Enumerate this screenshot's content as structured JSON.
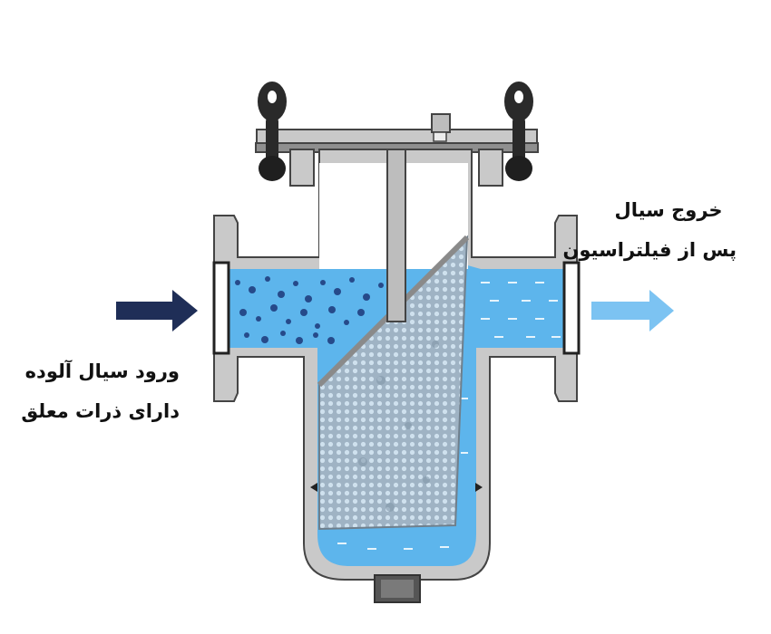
{
  "labels": {
    "inlet_line1": "ورود سیال آلوده",
    "inlet_line2": "دارای ذرات معلق",
    "outlet_line1": "خروج سیال",
    "outlet_line2": "پس از فیلتراسیون"
  },
  "colors": {
    "inlet_arrow": "#1f2e57",
    "outlet_arrow": "#7cc3f2",
    "water": "#5db5ec",
    "steel": "#c9c9c9",
    "steel_dark": "#4a4a4a"
  },
  "icons": {
    "inlet_arrow": "arrow-right-icon",
    "outlet_arrow": "arrow-right-icon"
  }
}
